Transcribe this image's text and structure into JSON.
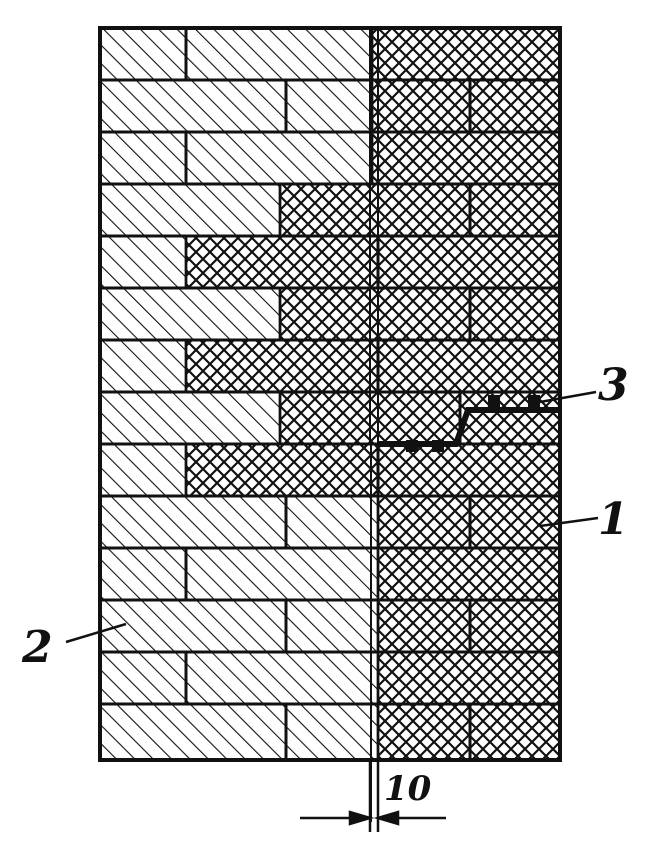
{
  "figure": {
    "callouts": [
      {
        "id": "1",
        "text": "1",
        "meaning_hint": ""
      },
      {
        "id": "2",
        "text": "2",
        "meaning_hint": ""
      },
      {
        "id": "3",
        "text": "3",
        "meaning_hint": ""
      }
    ],
    "dimension": {
      "text": "10"
    },
    "colors": {
      "ink": "#111111",
      "paper": "#ffffff"
    },
    "patterns": {
      "left_masonry": "single-diagonal-hatch",
      "right_masonry": "cross-hatch"
    }
  }
}
